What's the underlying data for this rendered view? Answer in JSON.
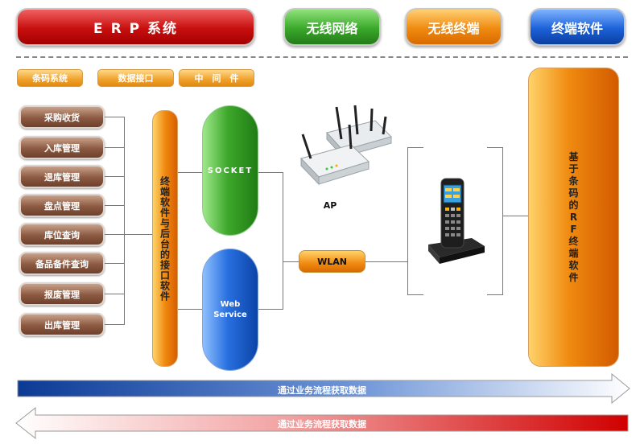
{
  "header": {
    "erp": "E R P 系统",
    "wireless_network": "无线网络",
    "wireless_terminal": "无线终端",
    "terminal_software": "终端软件"
  },
  "tags": [
    "条码系统",
    "数据接口",
    "中　间　件"
  ],
  "modules": [
    "采购收货",
    "入库管理",
    "退库管理",
    "盘点管理",
    "库位查询",
    "备品备件查询",
    "报废管理",
    "出库管理"
  ],
  "interface_bar": "终端软件与后台的接口软件",
  "socket": "SOCKET",
  "webservice": "Web\nService",
  "ap": "AP",
  "wlan": "WLAN",
  "rf_bar": "基于条码的RF终端软件",
  "arrow_top": "通过业务流程获取数据",
  "arrow_bottom": "通过业务流程获取数据",
  "colors": {
    "red": "#c80f0f",
    "green": "#3aa82a",
    "orange": "#f08a10",
    "blue": "#1c61d8",
    "brown": "#8c5a42"
  },
  "icons": [
    "access-point-device",
    "handheld-terminal-device"
  ]
}
